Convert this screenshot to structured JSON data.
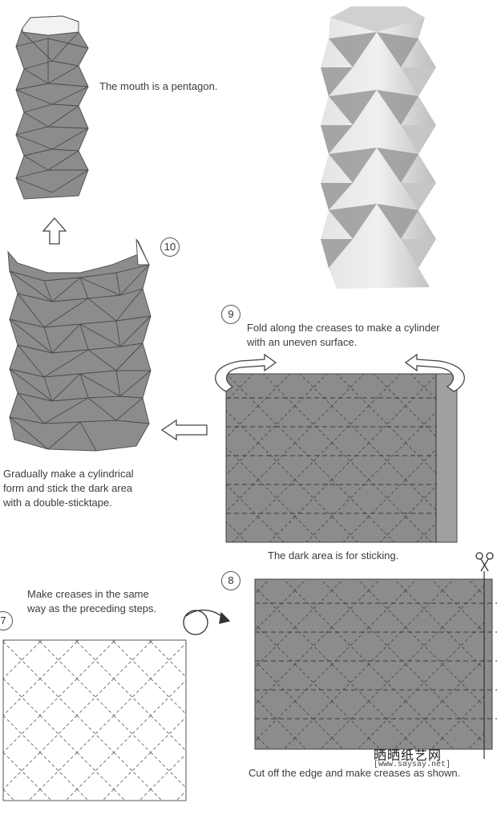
{
  "steps": {
    "mouth_note": "The mouth is a pentagon.",
    "step10": {
      "number": "10",
      "caption": [
        "Gradually make a cylindrical",
        "form and stick the dark area",
        "with a double-sticktape."
      ]
    },
    "step9": {
      "number": "9",
      "caption": [
        "Fold along the creases to make a cylinder",
        "with an uneven surface."
      ],
      "note": "The dark area is for sticking."
    },
    "step8": {
      "number": "8",
      "caption": "Cut off the edge and make creases as shown."
    },
    "step7": {
      "number": "7",
      "caption": [
        "Make creases in the same",
        "way as the preceding steps."
      ]
    }
  },
  "watermark": {
    "site_name": "晒晒纸艺网",
    "url": "[www.saysay.net]"
  },
  "icons": [
    "up-arrow-icon",
    "left-arrow-icon",
    "turn-over-icon",
    "scissors-icon",
    "curved-arrow-icon"
  ],
  "colors": {
    "paper_dark": "#8c8c8c",
    "paper_light": "#ffffff",
    "crease_line": "#4a4a4a",
    "text": "#3c3c3c"
  }
}
